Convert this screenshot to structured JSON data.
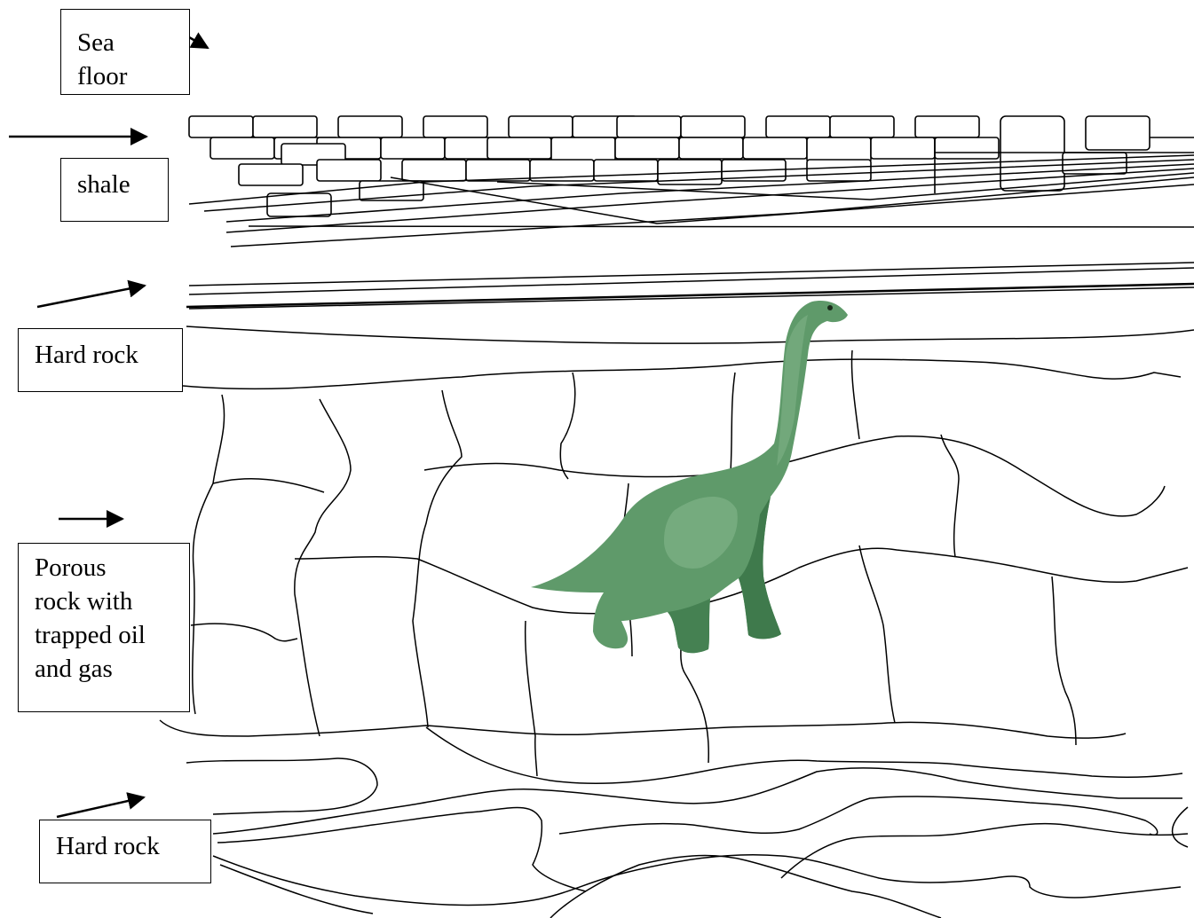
{
  "labels": {
    "sea_floor": "Sea\nfloor",
    "shale": "shale",
    "hard_rock_upper": "Hard rock",
    "porous_rock": "Porous\nrock with\ntrapped oil\nand gas",
    "hard_rock_lower": "Hard rock"
  },
  "colors": {
    "line": "#000000",
    "dinosaur_body": "#5f9a6a",
    "dinosaur_dark": "#3f7a4c",
    "dinosaur_light": "#7fb287",
    "background": "#ffffff"
  },
  "icons": {
    "fossil": "dinosaur-icon",
    "pointer": "arrow-icon"
  }
}
